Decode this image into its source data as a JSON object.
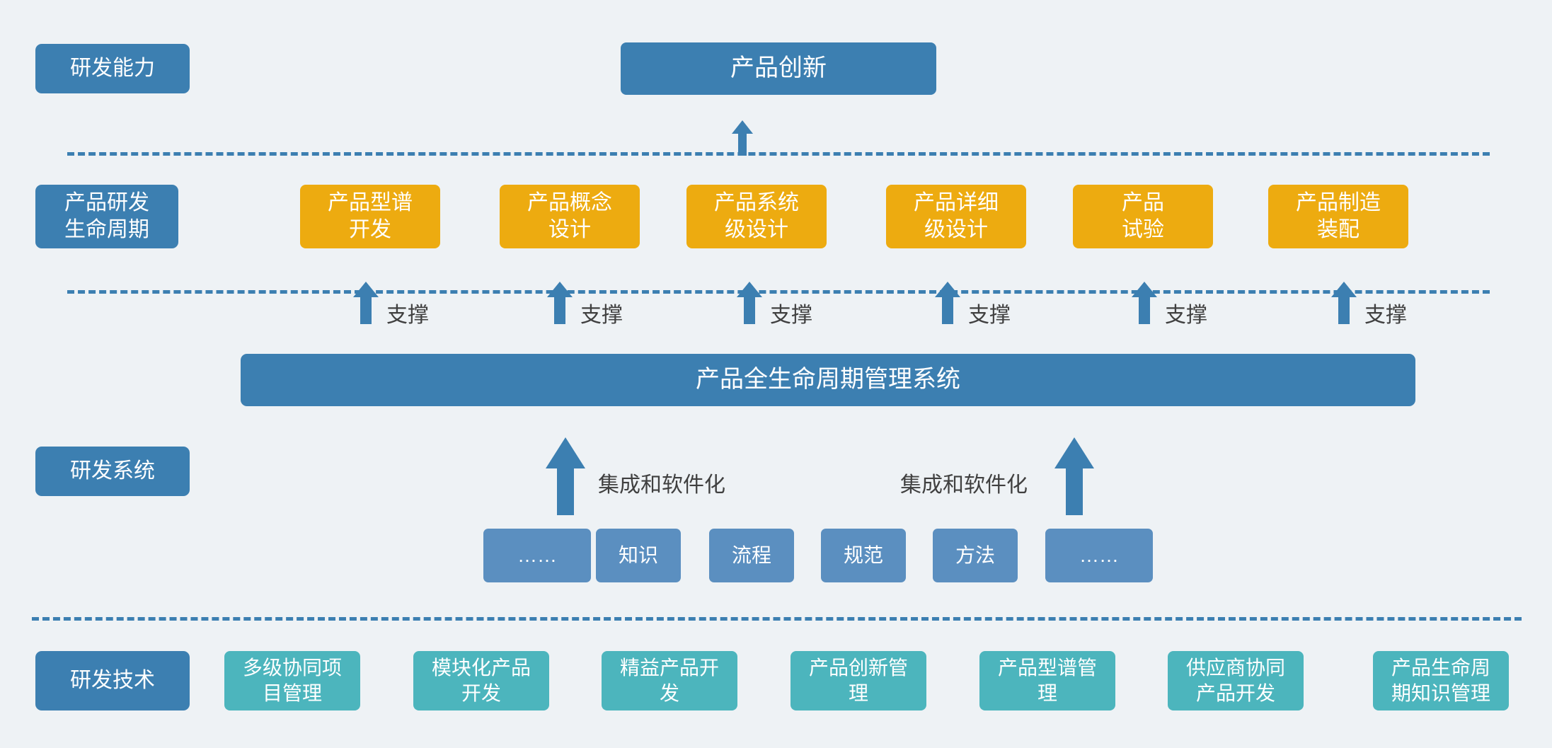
{
  "colors": {
    "background": "#eef2f5",
    "blue": "#3c7fb1",
    "blue_light": "#5b8fc0",
    "yellow": "#edab10",
    "teal": "#4cb5bd",
    "text_dark": "#404040",
    "dash": "#3c7fb1"
  },
  "row_labels": {
    "capability": "研发能力",
    "lifecycle": "产品研发\n生命周期",
    "system": "研发系统",
    "technology": "研发技术"
  },
  "top": {
    "product_innovation": "产品创新"
  },
  "lifecycle_stages": [
    "产品型谱\n开发",
    "产品概念\n设计",
    "产品系统\n级设计",
    "产品详细\n级设计",
    "产品\n试验",
    "产品制造\n装配"
  ],
  "support_label": "支撑",
  "support_labels": [
    "支撑",
    "支撑",
    "支撑",
    "支撑",
    "支撑",
    "支撑"
  ],
  "plm": {
    "title": "产品全生命周期管理系统"
  },
  "integration": {
    "left_label": "集成和软件化",
    "right_label": "集成和软件化"
  },
  "chips": [
    "……",
    "知识",
    "流程",
    "规范",
    "方法",
    "……"
  ],
  "technologies": [
    "多级协同项\n目管理",
    "模块化产品\n开发",
    "精益产品开\n发",
    "产品创新管\n理",
    "产品型谱管\n理",
    "供应商协同\n产品开发",
    "产品生命周\n期知识管理"
  ]
}
